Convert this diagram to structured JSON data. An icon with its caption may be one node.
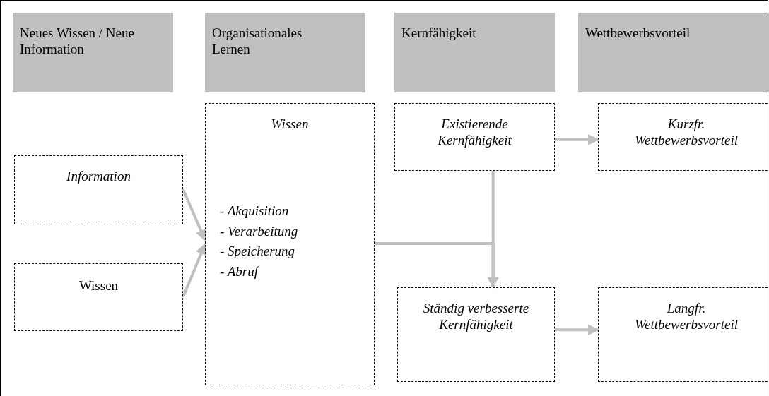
{
  "diagram": {
    "nodes": [
      {
        "text": [
          "Neues Wissen / Neue Information"
        ]
      },
      {
        "text": [
          "Organisationales Lernen"
        ]
      },
      {
        "text": [
          "Kernfähigkeit"
        ]
      },
      {
        "text": [
          "Wettbewerbsvorteil"
        ]
      },
      {
        "text": [
          "Information"
        ]
      },
      {
        "text": [
          "Wissen"
        ]
      },
      {
        "text": [
          "Wissen",
          "- Akquisition",
          "- Verarbeitung",
          "- Speicherung",
          "- Abruf"
        ]
      },
      {
        "text": [
          "Existierende Kernfähigkeit"
        ]
      },
      {
        "text": [
          "Kurzfr. Wettbewerbsvorteil"
        ]
      },
      {
        "text": [
          "Ständig verbesserte Kernfähigkeit"
        ]
      },
      {
        "text": [
          "Langfr. Wettbewerbsvorteil"
        ]
      }
    ],
    "edges": [
      {
        "from": 4,
        "to": 6,
        "arrow": "to"
      },
      {
        "from": 5,
        "to": 6,
        "arrow": "to"
      },
      {
        "from": 6,
        "to": 9,
        "arrow": "to"
      },
      {
        "from": 7,
        "to": 9,
        "arrow": "to"
      },
      {
        "from": 7,
        "to": 8,
        "arrow": "to"
      },
      {
        "from": 9,
        "to": 10,
        "arrow": "to"
      }
    ]
  }
}
